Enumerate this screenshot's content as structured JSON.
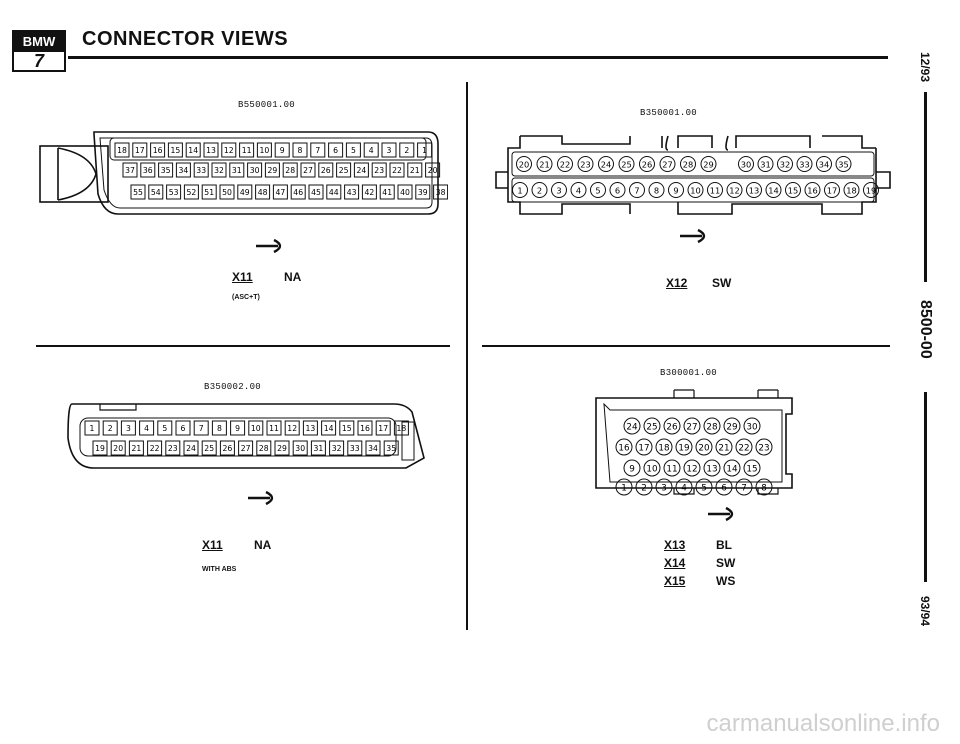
{
  "header": {
    "logo_top": "BMW",
    "logo_bottom": "7",
    "title": "CONNECTOR VIEWS"
  },
  "sidebar": {
    "date": "12/93",
    "section": "8500-00",
    "model": "93/94"
  },
  "connectors": {
    "tl": {
      "part": "B550001.00",
      "id": "X11",
      "code": "NA",
      "note": "(ASC+T)"
    },
    "tr": {
      "part": "B350001.00",
      "id": "X12",
      "code": "SW"
    },
    "bl": {
      "part": "B350002.00",
      "id": "X11",
      "code": "NA",
      "note": "WITH ABS"
    },
    "br": {
      "part": "B300001.00",
      "ids": [
        "X13",
        "X14",
        "X15"
      ],
      "codes": [
        "BL",
        "SW",
        "WS"
      ]
    }
  },
  "watermark": "carmanualsonline.info"
}
